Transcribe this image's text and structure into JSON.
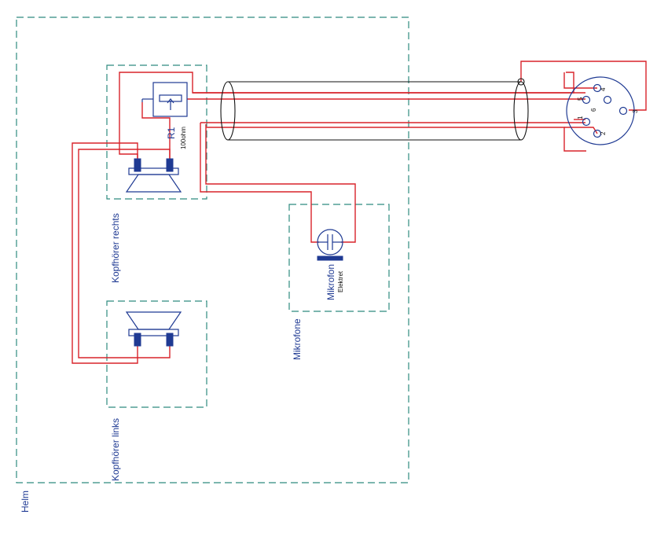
{
  "labels": {
    "helm": "Helm",
    "kopfhoerer_links": "Kopfhörer links",
    "kopfhoerer_rechts": "Kopfhörer rechts",
    "mikrofone": "Mikrofone",
    "mikrofon": "Mikrofon",
    "elektret": "Elektret",
    "r1": "R1",
    "r1_value": "100ohm"
  },
  "connector_pins": [
    "1",
    "2",
    "3",
    "4",
    "5",
    "6"
  ],
  "colors": {
    "wire": "#d8232a",
    "group_border": "#2e8b7f",
    "component": "#1f3a93",
    "cable": "#111111"
  }
}
